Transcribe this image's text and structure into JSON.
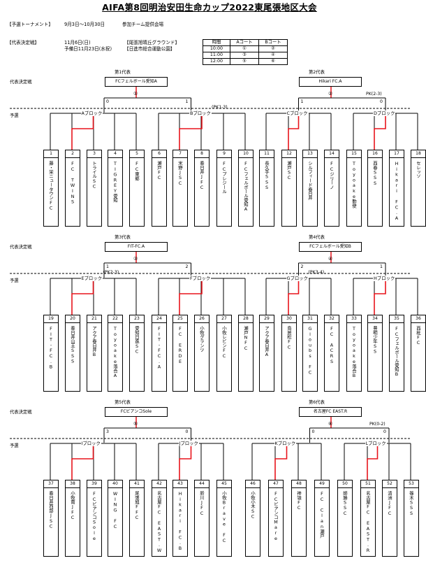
{
  "title": "AIFA第8回明治安田生命カップ2022東尾張地区大会",
  "info": {
    "tournament_label": "【予選トーナメント】",
    "tournament_dates": "9月3日～10月30日",
    "tournament_venue": "参加チーム提供会場",
    "final_label": "【代表決定戦】",
    "final_date": "11月6日(日)",
    "final_reserve": "予備日11月23日(水祝)",
    "venue1": "【尾張旭晴丘グラウンド】",
    "venue2": "【日進市総合運動公園】"
  },
  "court_table": {
    "header": [
      "時間",
      "Aコート",
      "Bコート"
    ],
    "rows": [
      [
        "10:00",
        "①",
        "②"
      ],
      [
        "11:00",
        "③",
        "④"
      ],
      [
        "12:00",
        "⑤",
        "⑥"
      ]
    ]
  },
  "labels": {
    "final": "代表決定戦",
    "prelim": "予選"
  },
  "sections": [
    {
      "reps": [
        {
          "title": "第1代表",
          "name": "FCフェルボール愛知A"
        },
        {
          "title": "第2代表",
          "name": "Hikari FC.A"
        }
      ],
      "matches": [
        "①",
        "②"
      ],
      "final_scores": [
        [
          "0",
          "1"
        ],
        [
          "1",
          "0"
        ]
      ],
      "final_pk": [
        "",
        "PK(2-3)"
      ],
      "blocks": [
        "Aブロック",
        "Bブロック",
        "Cブロック",
        "Dブロック"
      ],
      "block_pk": [
        "",
        "(PK1-3)",
        "",
        ""
      ],
      "teams": [
        {
          "num": "1",
          "name": "藤・栄ニュータウンFC"
        },
        {
          "num": "2",
          "name": "FC TWINS"
        },
        {
          "num": "3",
          "name": "トライルSC"
        },
        {
          "num": "4",
          "name": "TIGREY愛知"
        },
        {
          "num": "5",
          "name": "FC東郷"
        },
        {
          "num": "6",
          "name": "瀬戸FC"
        },
        {
          "num": "7",
          "name": "米野JSC"
        },
        {
          "num": "8",
          "name": "春日井JFC"
        },
        {
          "num": "9",
          "name": "FCプレジール"
        },
        {
          "num": "10",
          "name": "FCフェルボール愛知A"
        },
        {
          "num": "11",
          "name": "長久手SSS"
        },
        {
          "num": "12",
          "name": "瀬戸SC"
        },
        {
          "num": "13",
          "name": "シルフィード春日井"
        },
        {
          "num": "14",
          "name": "FCジリーノ"
        },
        {
          "num": "15",
          "name": "Toyoake勤使"
        },
        {
          "num": "16",
          "name": "西春SSS"
        },
        {
          "num": "17",
          "name": "Hikari FC.A"
        },
        {
          "num": "18",
          "name": "セレッソ"
        }
      ]
    },
    {
      "reps": [
        {
          "title": "第3代表",
          "name": "FIT-FC.A"
        },
        {
          "title": "第4代表",
          "name": "FCフェルボール愛知B"
        }
      ],
      "matches": [
        "③",
        "④"
      ],
      "final_scores": [
        [
          "1",
          "2"
        ],
        [
          "2",
          "1"
        ]
      ],
      "final_pk": [
        "",
        ""
      ],
      "blocks": [
        "Eブロック",
        "Fブロック",
        "Gブロック",
        "Hブロック"
      ],
      "block_pk": [
        "(PK2-3)",
        "",
        "(PK3-4)",
        ""
      ],
      "teams": [
        {
          "num": "19",
          "name": "FIT-FC.B"
        },
        {
          "num": "20",
          "name": "春日井山王SSS"
        },
        {
          "num": "21",
          "name": "アクア春日井B"
        },
        {
          "num": "22",
          "name": "Toyoake落合A"
        },
        {
          "num": "23",
          "name": "愛知日進SC"
        },
        {
          "num": "24",
          "name": "FIT-FC.A"
        },
        {
          "num": "25",
          "name": "FC ERDE"
        },
        {
          "num": "26",
          "name": "小牧グランツ"
        },
        {
          "num": "27",
          "name": "小牧レビンFC"
        },
        {
          "num": "28",
          "name": "瀬戸NFC"
        },
        {
          "num": "29",
          "name": "アクア春日井A"
        },
        {
          "num": "30",
          "name": "鳥居松FC"
        },
        {
          "num": "31",
          "name": "Gloubs FC"
        },
        {
          "num": "32",
          "name": "FC ACRS"
        },
        {
          "num": "33",
          "name": "Toyoake落合B"
        },
        {
          "num": "34",
          "name": "豊明少年SS"
        },
        {
          "num": "35",
          "name": "FCフェルボール愛知B"
        },
        {
          "num": "36",
          "name": "西枇FC"
        }
      ]
    },
    {
      "reps": [
        {
          "title": "第5代表",
          "name": "FCビアンコSole"
        },
        {
          "title": "第6代表",
          "name": "名古屋FC EAST.R"
        }
      ],
      "matches": [
        "⑤",
        "⑥"
      ],
      "final_scores": [
        [
          "3",
          "0"
        ],
        [
          "0",
          "0"
        ]
      ],
      "final_pk": [
        "",
        "PK(0-2)"
      ],
      "blocks": [
        "Iブロック",
        "Jブロック",
        "Kブロック",
        "Lブロック"
      ],
      "block_pk": [
        "",
        "",
        "",
        ""
      ],
      "teams": [
        {
          "num": "37",
          "name": "春日井西部JSC"
        },
        {
          "num": "38",
          "name": "小牧南JFC"
        },
        {
          "num": "39",
          "name": "FCビアンコSole"
        },
        {
          "num": "40",
          "name": "WING FC"
        },
        {
          "num": "41",
          "name": "尾張旭FFC"
        },
        {
          "num": "42",
          "name": "名古屋FC EAST.W"
        },
        {
          "num": "43",
          "name": "Hikari FC.B"
        },
        {
          "num": "44",
          "name": "新川JFC"
        },
        {
          "num": "45",
          "name": "小牧Brave FC"
        },
        {
          "num": "46",
          "name": "小牧小木SC"
        },
        {
          "num": "47",
          "name": "FCビアンコMare"
        },
        {
          "num": "48",
          "name": "神領FC"
        },
        {
          "num": "49",
          "name": "FC Clan瀬戸"
        },
        {
          "num": "50",
          "name": "師勝SSC"
        },
        {
          "num": "51",
          "name": "名古屋FC EAST.R"
        },
        {
          "num": "52",
          "name": "清洲JFC"
        },
        {
          "num": "53",
          "name": "篠木SSS"
        }
      ]
    }
  ],
  "colors": {
    "win": "#e8141c",
    "line": "#000000"
  }
}
